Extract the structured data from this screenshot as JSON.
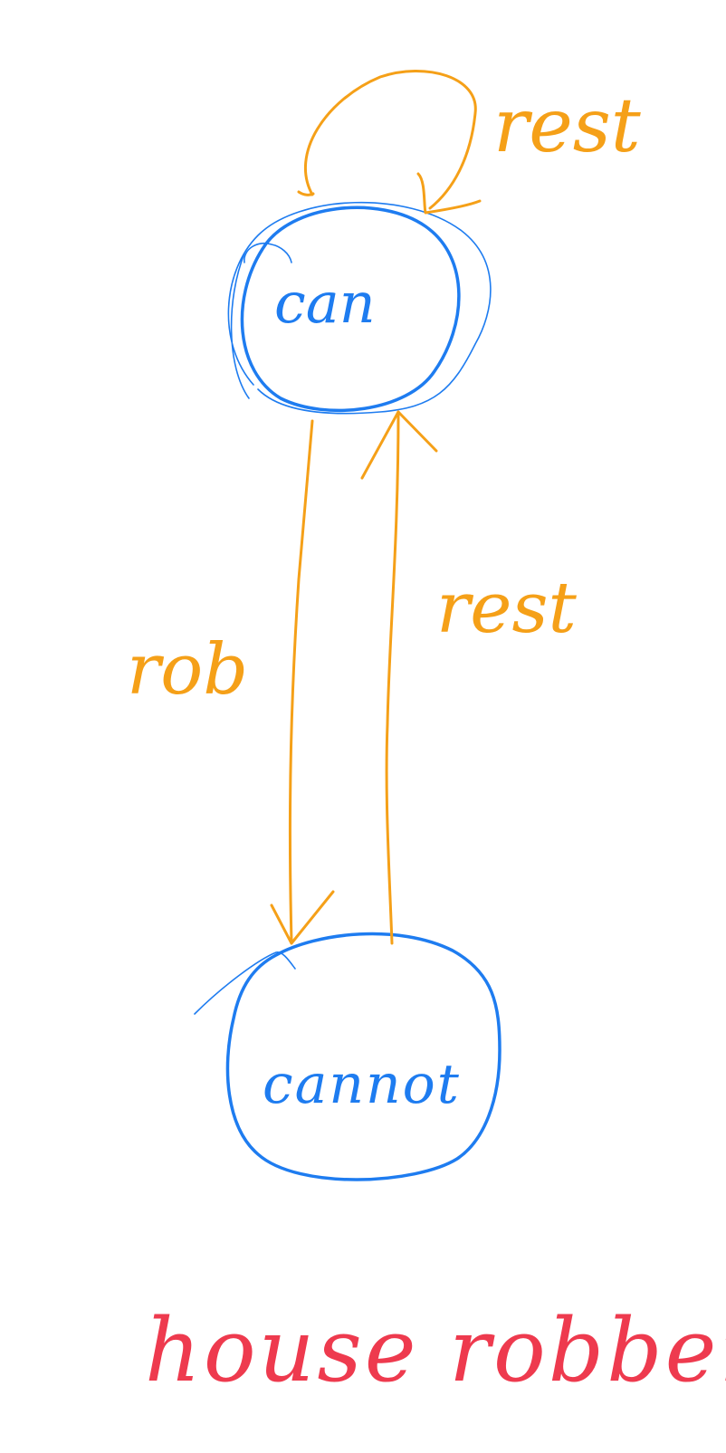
{
  "colors": {
    "state": "#1e7cf0",
    "transition": "#f5a018",
    "caption": "#ee3a4e",
    "background": "#ffffff"
  },
  "states": {
    "can": {
      "label": "can"
    },
    "cannot": {
      "label": "cannot"
    }
  },
  "transitions": {
    "self_loop": {
      "label": "rest",
      "from": "can",
      "to": "can"
    },
    "can_to_cannot": {
      "label": "rob",
      "from": "can",
      "to": "cannot"
    },
    "cannot_to_can": {
      "label": "rest",
      "from": "cannot",
      "to": "can"
    }
  },
  "caption": "house robber."
}
